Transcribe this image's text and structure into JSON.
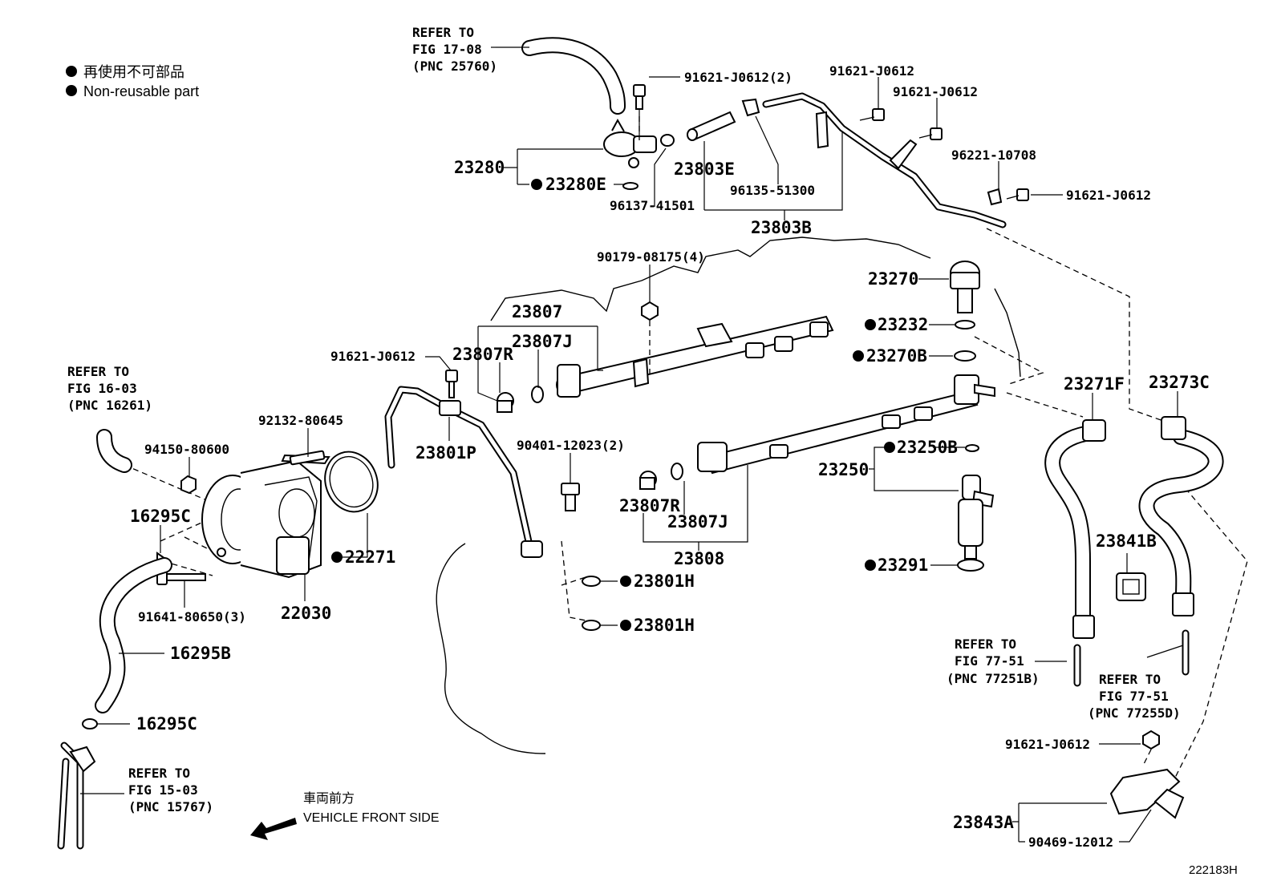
{
  "legend": {
    "jp": "再使用不可部品",
    "en": "Non-reusable part"
  },
  "figure_id": "222183H",
  "front_side": {
    "jp": "車両前方",
    "en": "VEHICLE FRONT SIDE"
  },
  "refs": {
    "fig1708": [
      "REFER TO",
      "FIG 17-08",
      "(PNC 25760)"
    ],
    "fig1603": [
      "REFER TO",
      "FIG 16-03",
      "(PNC 16261)"
    ],
    "fig1503": [
      "REFER TO",
      "FIG 15-03",
      "(PNC 15767)"
    ],
    "fig7751b": [
      "REFER TO",
      "FIG 77-51",
      "(PNC 77251B)"
    ],
    "fig7751d": [
      "REFER TO",
      "FIG 77-51",
      "(PNC 77255D)"
    ]
  },
  "parts": {
    "p23280": "23280",
    "p23280E": "23280E",
    "p96137": "96137-41501",
    "p91621_2": "91621-J0612(2)",
    "p23803E": "23803E",
    "p96135": "96135-51300",
    "p23803B": "23803B",
    "p91621_a": "91621-J0612",
    "p91621_b": "91621-J0612",
    "p96221": "96221-10708",
    "p91621_c": "91621-J0612",
    "p90179": "90179-08175(4)",
    "p23807": "23807",
    "p23807J_top": "23807J",
    "p23807R_top": "23807R",
    "p91621_d": "91621-J0612",
    "p23801P": "23801P",
    "p23270": "23270",
    "p23232": "23232",
    "p23270B": "23270B",
    "p23271F": "23271F",
    "p23273C": "23273C",
    "p92132": "92132-80645",
    "p94150": "94150-80600",
    "p16295C_top": "16295C",
    "p22271": "22271",
    "p90401": "90401-12023(2)",
    "p23250B": "23250B",
    "p23250": "23250",
    "p23807R_bot": "23807R",
    "p23807J_bot": "23807J",
    "p23808": "23808",
    "p22030": "22030",
    "p91641": "91641-80650(3)",
    "p23801H_a": "23801H",
    "p23801H_b": "23801H",
    "p23291": "23291",
    "p23841B": "23841B",
    "p16295B": "16295B",
    "p16295C_bot": "16295C",
    "p91621_e": "91621-J0612",
    "p23843A": "23843A",
    "p90469": "90469-12012"
  },
  "non_reusable": [
    "23280E",
    "23232",
    "23270B",
    "22271",
    "23250B",
    "23801H",
    "23291"
  ]
}
